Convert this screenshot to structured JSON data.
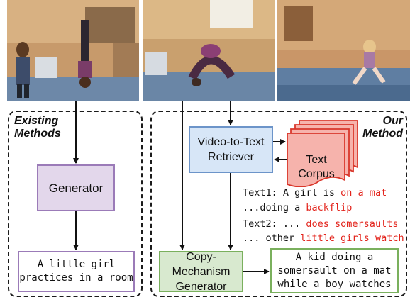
{
  "existing": {
    "title_line1": "Existing",
    "title_line2": "Methods",
    "generator_label": "Generator",
    "output_line1": "A little girl",
    "output_line2": "practices in a room"
  },
  "ours": {
    "title_line1": "Our",
    "title_line2": "Method",
    "retriever_line1": "Video-to-Text",
    "retriever_line2": "Retriever",
    "corpus_line1": "Text",
    "corpus_line2": "Corpus",
    "text1_prefix": "Text1: A girl is ",
    "text1_red": "on a mat",
    "text1b_prefix": "...doing a ",
    "text1b_red": "backflip",
    "text2_prefix": "Text2: ... ",
    "text2_red": "does somersaults",
    "text2b_prefix": "... other ",
    "text2b_red": "little girls watch",
    "copy_line1": "Copy-Mechanism",
    "copy_line2": "Generator",
    "output_line1": "A kid doing a",
    "output_line2": "somersault on a mat",
    "output_line3": "while a boy watches"
  },
  "colors": {
    "purple_fill": "#e3d7eb",
    "purple_border": "#9b7bb8",
    "blue_fill": "#d7e6f7",
    "blue_border": "#6c94c9",
    "green_fill": "#d8e9cf",
    "green_border": "#7ab05d",
    "corpus_fill": "#f6b3ac",
    "corpus_border": "#d9372b",
    "highlight_red": "#e3241c"
  }
}
